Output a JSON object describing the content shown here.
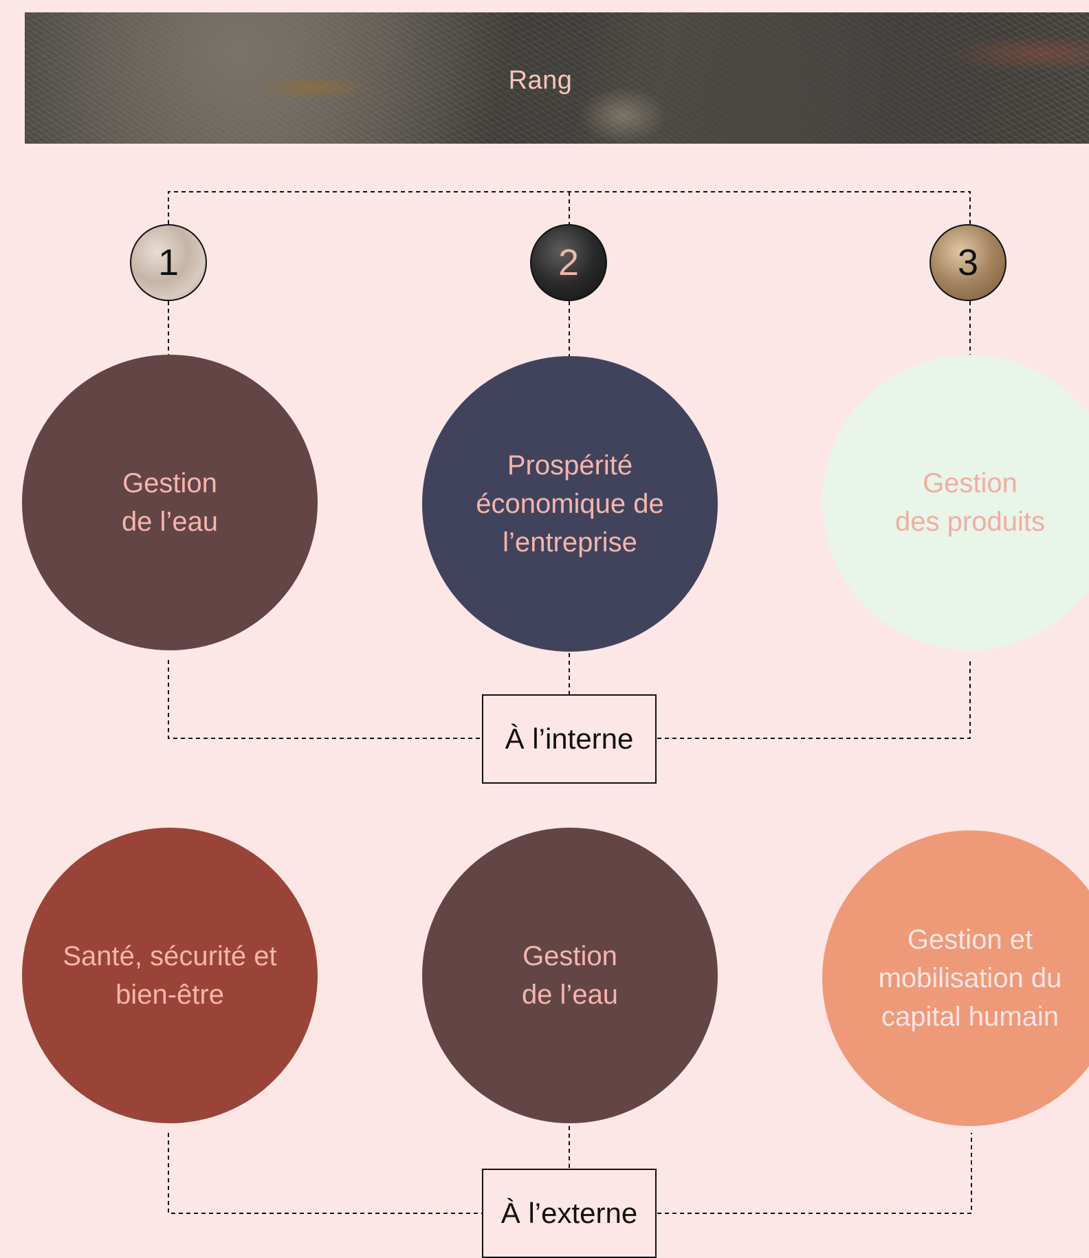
{
  "banner": {
    "title": "Rang"
  },
  "ranks": [
    "1",
    "2",
    "3"
  ],
  "internal": {
    "label": "À l’interne",
    "items": [
      {
        "text": "Gestion\nde l’eau",
        "color": "#634546",
        "text_color": "#f6b5ab"
      },
      {
        "text": "Prospérité économique de l’entreprise",
        "color": "#41435d",
        "text_color": "#f6b5ab"
      },
      {
        "text": "Gestion\ndes produits",
        "color": "#e8f5e8",
        "text_color": "#f2ada2"
      }
    ]
  },
  "external": {
    "label": "À l’externe",
    "items": [
      {
        "text": "Santé, sécurité et bien-être",
        "color": "#9a4439",
        "text_color": "#f6b5ab"
      },
      {
        "text": "Gestion\nde l’eau",
        "color": "#634546",
        "text_color": "#f6b5ab"
      },
      {
        "text": "Gestion et mobilisation du capital humain",
        "color": "#ee9a79",
        "text_color": "#fde6e6"
      }
    ]
  }
}
